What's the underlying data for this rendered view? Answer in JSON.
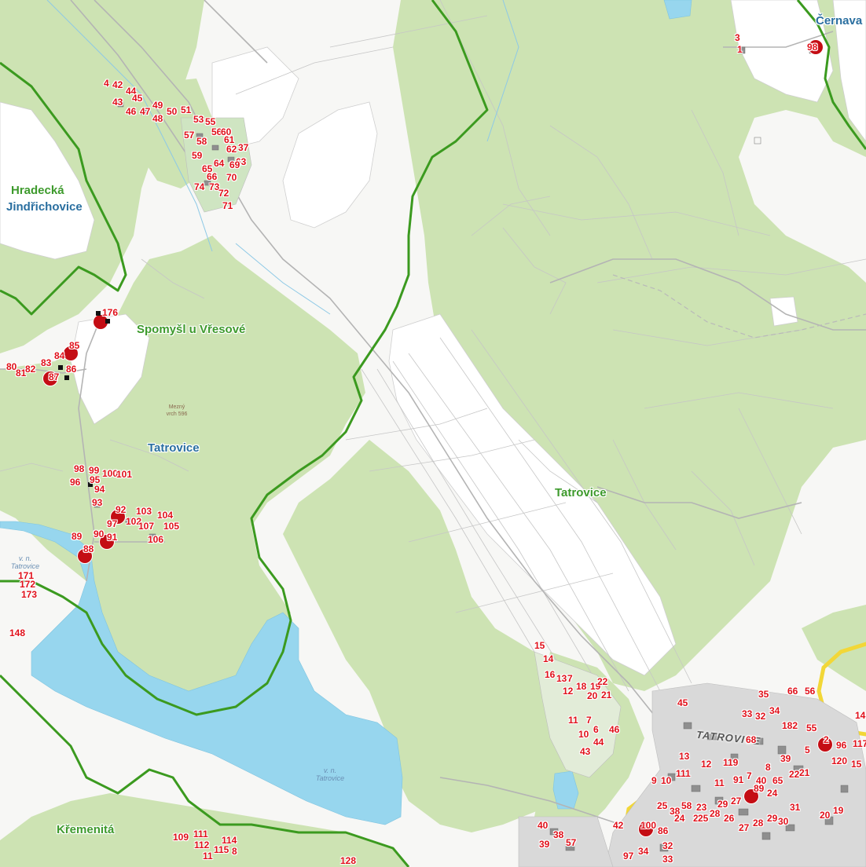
{
  "colors": {
    "forest": "#cde3b3",
    "water": "#97d6ee",
    "boundary": "#3b9a1f",
    "road_major": "#f2d737",
    "road": "#bdbdbd",
    "parcel_line": "#c9c9c9",
    "building": "#9b9b9b",
    "house_number": "#e0101a",
    "label_green": "#3d9a2c",
    "label_blue": "#2a6fa0"
  },
  "places": [
    {
      "id": "cernava",
      "text": "Černava",
      "style": "blue"
    },
    {
      "id": "hradecka",
      "text": "Hradecká",
      "style": "green"
    },
    {
      "id": "jindrichovice",
      "text": "Jindřichovice",
      "style": "blue"
    },
    {
      "id": "spomysl",
      "text": "Spomyšl u Vřesové",
      "style": "green"
    },
    {
      "id": "tatrovice-blue",
      "text": "Tatrovice",
      "style": "blue"
    },
    {
      "id": "tatrovice-green",
      "text": "Tatrovice",
      "style": "green"
    },
    {
      "id": "kremenita",
      "text": "Křemenitá",
      "style": "green"
    },
    {
      "id": "tatrovice-town",
      "text": "TATROVICE",
      "style": "town"
    },
    {
      "id": "lake-west",
      "text": "v. n. Tatrovice",
      "style": "lake"
    },
    {
      "id": "lake-center",
      "text": "v. n. Tatrovice",
      "style": "lake"
    },
    {
      "id": "hill",
      "text": "Mezný vrch 596",
      "style": "hill"
    }
  ],
  "house_numbers": [
    "3",
    "1",
    "98",
    "4",
    "42",
    "44",
    "45",
    "43",
    "46",
    "47",
    "49",
    "48",
    "50",
    "51",
    "53",
    "55",
    "56",
    "57",
    "58",
    "60",
    "61",
    "62",
    "37",
    "59",
    "63",
    "64",
    "65",
    "66",
    "69",
    "70",
    "74",
    "73",
    "72",
    "71",
    "176",
    "85",
    "84",
    "83",
    "80",
    "81",
    "82",
    "87",
    "86",
    "98",
    "99",
    "100",
    "101",
    "96",
    "95",
    "94",
    "93",
    "92",
    "97",
    "103",
    "104",
    "102",
    "107",
    "105",
    "89",
    "90",
    "91",
    "106",
    "88",
    "171",
    "172",
    "173",
    "148",
    "15",
    "14",
    "16",
    "13",
    "7",
    "12",
    "18",
    "19",
    "22",
    "20",
    "21",
    "11",
    "7",
    "10",
    "6",
    "44",
    "46",
    "43",
    "45",
    "35",
    "66",
    "56",
    "33",
    "32",
    "34",
    "182",
    "55",
    "2",
    "96",
    "117",
    "14",
    "68",
    "5",
    "13",
    "12",
    "119",
    "39",
    "120",
    "15",
    "9",
    "10",
    "111",
    "11",
    "91",
    "7",
    "40",
    "8",
    "65",
    "22",
    "21",
    "89",
    "24",
    "25",
    "38",
    "58",
    "23",
    "29",
    "27",
    "26",
    "24",
    "25",
    "28",
    "26",
    "27",
    "28",
    "29",
    "30",
    "31",
    "20",
    "19",
    "42",
    "100",
    "86",
    "40",
    "38",
    "39",
    "57",
    "97",
    "34",
    "32",
    "33",
    "109",
    "111",
    "112",
    "114",
    "115",
    "8",
    "11",
    "128"
  ]
}
